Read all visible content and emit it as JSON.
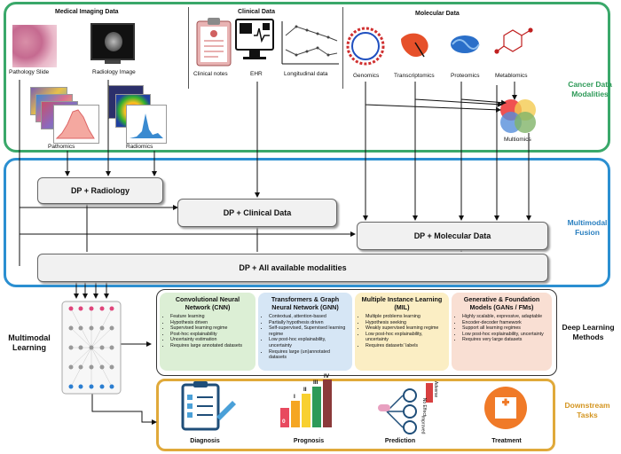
{
  "cancer_modalities": {
    "title": "Cancer Data Modalities",
    "medical_imaging": {
      "header": "Medical Imaging Data",
      "pathology_slide": "Pathology Slide",
      "radiology_image": "Radiology Image",
      "pathomics": "Pathomics",
      "radiomics": "Radiomics"
    },
    "clinical": {
      "header": "Clinical Data",
      "clinical_notes": "Clinical notes",
      "ehr": "EHR",
      "longitudinal": "Longitudinal data"
    },
    "molecular": {
      "header": "Molecular Data",
      "genomics": "Genomics",
      "transcriptomics": "Transcriptomics",
      "proteomics": "Proteomics",
      "metabolomics": "Metablomics",
      "multiomics": "Multiomics"
    }
  },
  "fusion": {
    "title": "Multimodal Fusion",
    "dp_radiology": "DP + Radiology",
    "dp_clinical": "DP + Clinical Data",
    "dp_molecular": "DP + Molecular Data",
    "dp_all": "DP + All available modalities"
  },
  "deep_learning": {
    "title": "Deep Learning Methods",
    "multimodal_learning": "Multimodal Learning",
    "methods": [
      {
        "title": "Convolutional Neural Network (CNN)",
        "color": "#dcefd5",
        "bullets": [
          "Feature learning",
          "Hypothesis driven",
          "Supervised learning regime",
          "Post-hoc explainability",
          "Uncertainty estimation",
          "Requires large annotated datasets"
        ]
      },
      {
        "title": "Transformers & Graph Neural Network (GNN)",
        "color": "#d6e6f5",
        "bullets": [
          "Contextual, attention-based",
          "Partially hypothesis driven",
          "Self-supervised, Supervised learning regime",
          "Low post-hoc explainability, uncertainty",
          "Requires large (un)annotated datasets"
        ]
      },
      {
        "title": "Multiple Instance Learning (MIL)",
        "color": "#fbeec4",
        "bullets": [
          "Multiple problems learning",
          "Hypothesis seeking",
          "Weakly supervised learning regime",
          "Low post-hoc explainability, uncertainty",
          "Requires datasets' labels"
        ]
      },
      {
        "title": "Generative & Foundation Models (GANs / FMs)",
        "color": "#f9dfd3",
        "bullets": [
          "Highly scalable, expressive, adaptable",
          "Encoder-decoder framework",
          "Support all learning regimes",
          "Low post-hoc explainability, uncertainty",
          "Requires very large datasets"
        ]
      }
    ]
  },
  "downstream": {
    "title": "Downstream Tasks",
    "diagnosis": "Diagnosis",
    "prognosis": "Prognosis",
    "prediction": "Prediction",
    "treatment": "Treatment",
    "stages": [
      "0",
      "I",
      "II",
      "III",
      "IV"
    ],
    "response": [
      "Adverse",
      "No Effect",
      "Improved"
    ]
  },
  "colors": {
    "modalities_border": "#3aa86a",
    "fusion_border": "#2b8fd1",
    "downstream_border": "#e0a93a",
    "modalities_title": "#2e9a58",
    "fusion_title": "#2b80c0",
    "downstream_title": "#d49520"
  },
  "icons": [
    "clipboard-icon",
    "ehr-monitor-icon",
    "line-chart-icon",
    "dna-icon",
    "rna-icon",
    "protein-icon",
    "molecule-icon",
    "venn-icon",
    "neural-network-icon",
    "checklist-icon",
    "bar-stages-icon",
    "pills-icon",
    "hospital-icon"
  ]
}
